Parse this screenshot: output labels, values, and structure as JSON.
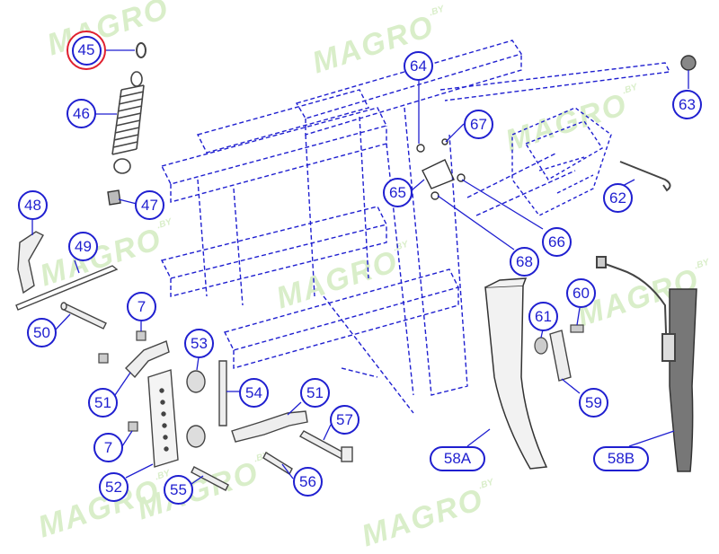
{
  "watermark": {
    "text": "MAGRO",
    "suffix": ".BY"
  },
  "colors": {
    "line": "#1f1fd0",
    "highlight": "#e0202f",
    "watermark": "#d9eec9",
    "part": "#555555"
  },
  "selected_part": "45",
  "callouts": [
    {
      "id": "45",
      "label": "45"
    },
    {
      "id": "46",
      "label": "46"
    },
    {
      "id": "47",
      "label": "47"
    },
    {
      "id": "48",
      "label": "48"
    },
    {
      "id": "49",
      "label": "49"
    },
    {
      "id": "50",
      "label": "50"
    },
    {
      "id": "7a",
      "label": "7"
    },
    {
      "id": "51a",
      "label": "51"
    },
    {
      "id": "53",
      "label": "53"
    },
    {
      "id": "54",
      "label": "54"
    },
    {
      "id": "7b",
      "label": "7"
    },
    {
      "id": "52",
      "label": "52"
    },
    {
      "id": "55",
      "label": "55"
    },
    {
      "id": "56",
      "label": "56"
    },
    {
      "id": "51b",
      "label": "51"
    },
    {
      "id": "57",
      "label": "57"
    },
    {
      "id": "64",
      "label": "64"
    },
    {
      "id": "67",
      "label": "67"
    },
    {
      "id": "65",
      "label": "65"
    },
    {
      "id": "68",
      "label": "68"
    },
    {
      "id": "66",
      "label": "66"
    },
    {
      "id": "62",
      "label": "62"
    },
    {
      "id": "63",
      "label": "63"
    },
    {
      "id": "60",
      "label": "60"
    },
    {
      "id": "61",
      "label": "61"
    },
    {
      "id": "59",
      "label": "59"
    },
    {
      "id": "58A",
      "label": "58A"
    },
    {
      "id": "58B",
      "label": "58B"
    }
  ]
}
